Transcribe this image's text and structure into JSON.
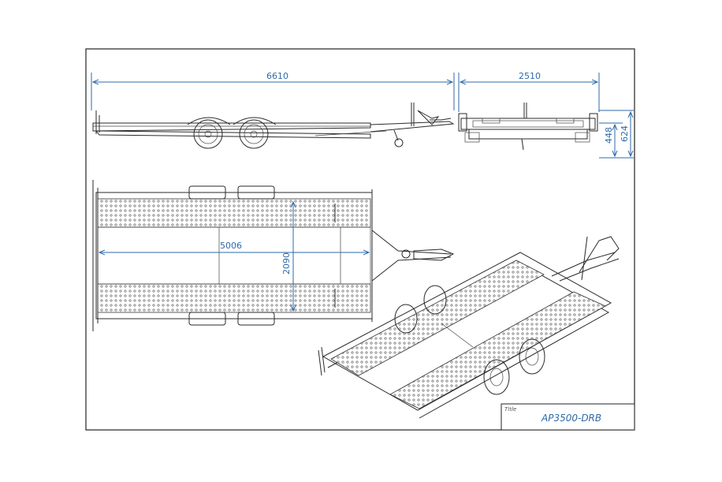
{
  "drawing": {
    "title_label": "Title",
    "title_value": "AP3500-DRB",
    "dimensions": {
      "overall_length": "6610",
      "overall_width": "2510",
      "height_low": "448",
      "height_high": "624",
      "bed_length": "5006",
      "bed_width": "2090"
    }
  }
}
